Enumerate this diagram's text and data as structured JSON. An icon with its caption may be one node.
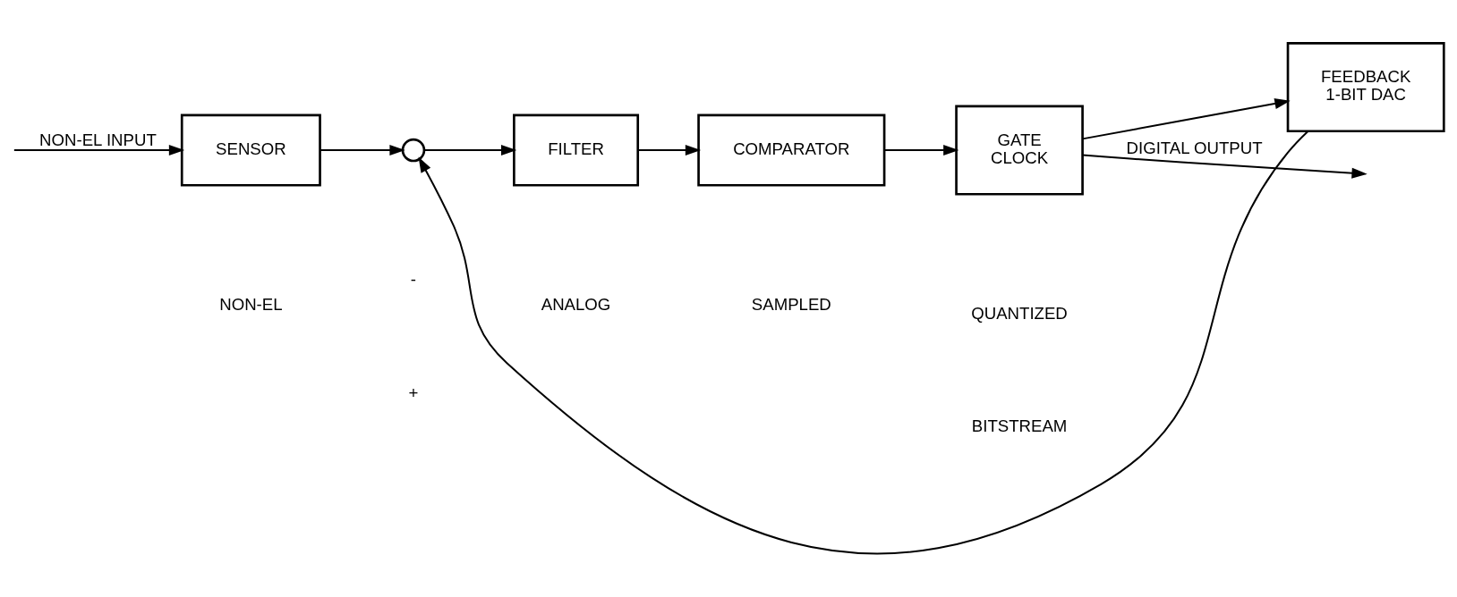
{
  "diagram": {
    "nodes": [
      {
        "text": [
          "SENSOR"
        ]
      },
      {
        "text": [],
        "shape": "circle"
      },
      {
        "text": [
          "FILTER"
        ]
      },
      {
        "text": [
          "COMPARATOR"
        ]
      },
      {
        "text": [
          "GATE",
          "CLOCK"
        ]
      },
      {
        "text": [
          "FEEDBACK",
          "1-BIT DAC"
        ]
      }
    ],
    "edges": [
      {
        "from": null,
        "to": 0,
        "arrow": "to",
        "label": "NON-EL INPUT"
      },
      {
        "from": 0,
        "to": 1,
        "arrow": "to"
      },
      {
        "from": 1,
        "to": 2,
        "arrow": "to"
      },
      {
        "from": 2,
        "to": 3,
        "arrow": "to"
      },
      {
        "from": 3,
        "to": 4,
        "arrow": "to"
      },
      {
        "from": 4,
        "to": null,
        "arrow": "to",
        "label": "DIGITAL OUTPUT"
      },
      {
        "from": 4,
        "to": 5,
        "arrow": "to"
      },
      {
        "from": 5,
        "to": 1,
        "arrow": "to"
      }
    ],
    "labels": [
      "+",
      "-",
      "BITSTREAM",
      "NON-EL",
      "ANALOG",
      "SAMPLED",
      "QUANTIZED"
    ]
  }
}
